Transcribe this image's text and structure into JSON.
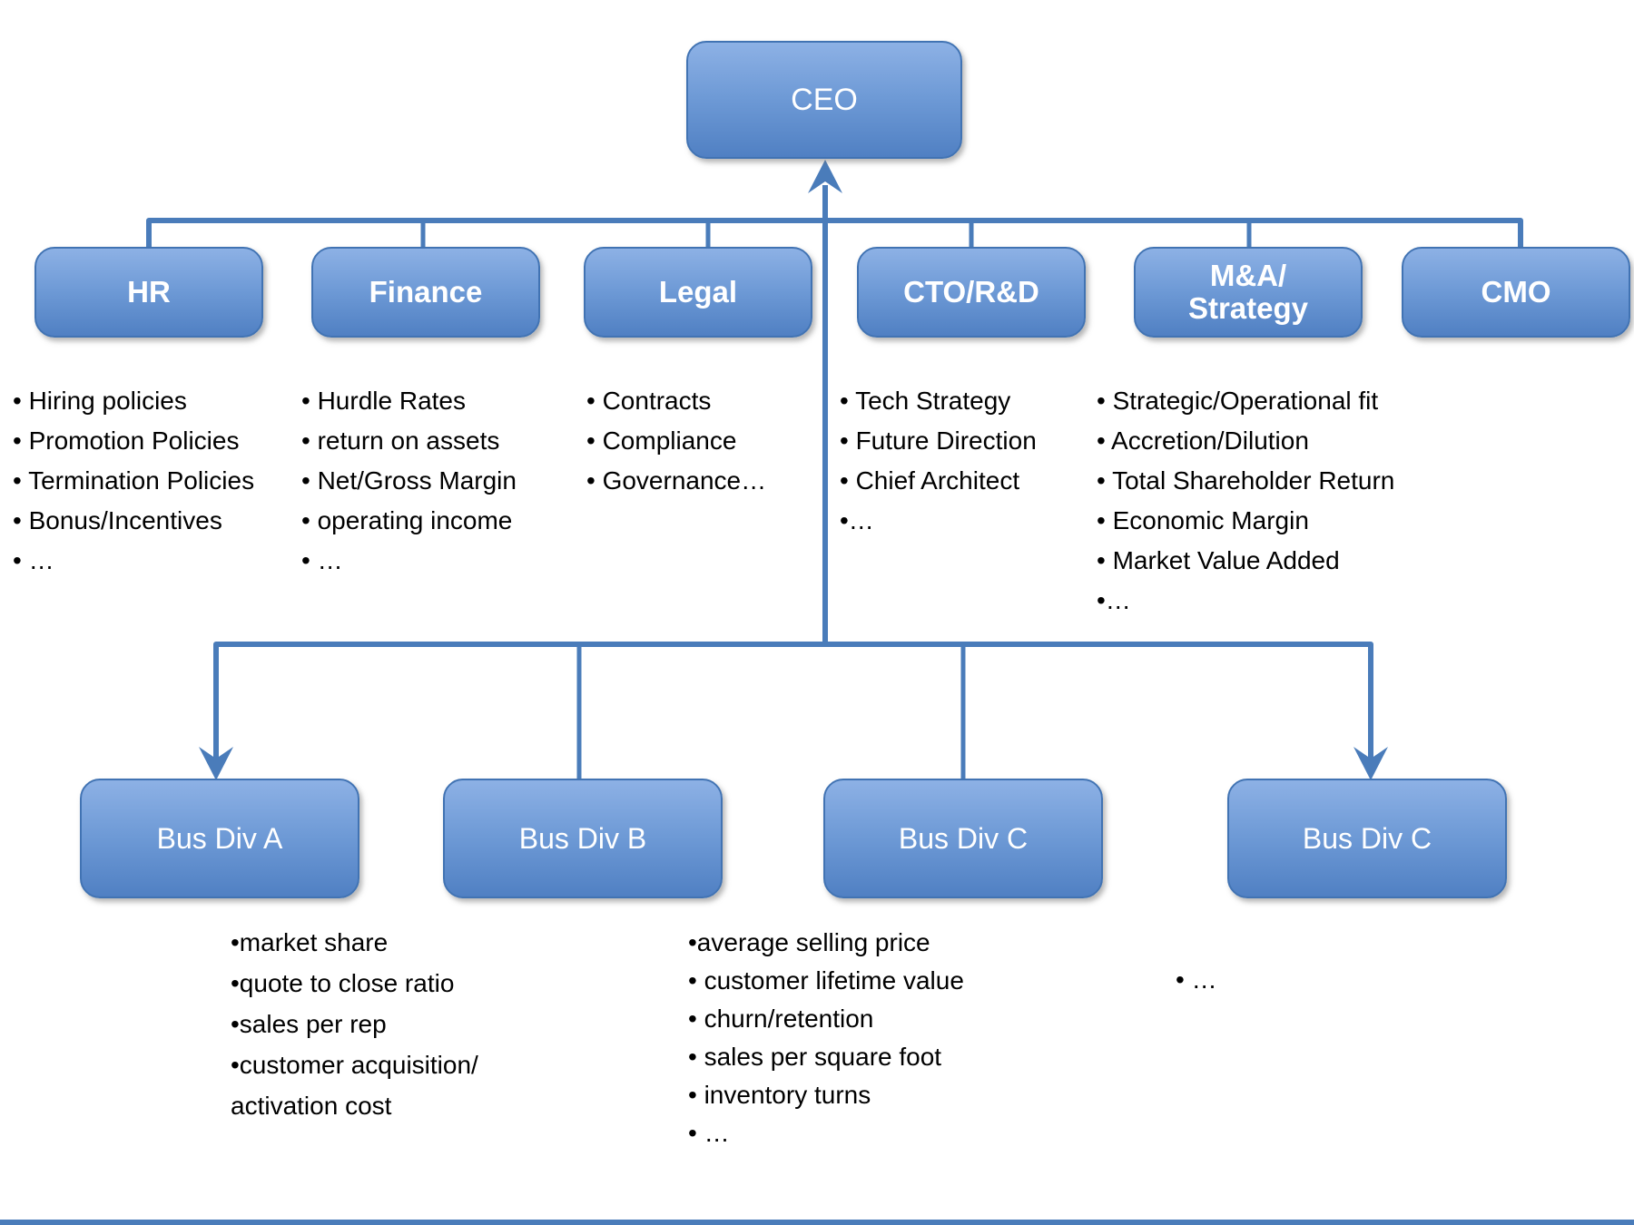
{
  "diagram": {
    "title_node": {
      "label": "CEO"
    },
    "level2": [
      {
        "label": "HR",
        "bullets": [
          "• Hiring policies",
          "• Promotion Policies",
          "• Termination Policies",
          "• Bonus/Incentives",
          "• …"
        ]
      },
      {
        "label": "Finance",
        "bullets": [
          "• Hurdle Rates",
          "• return on assets",
          "• Net/Gross Margin",
          "• operating income",
          "• …"
        ]
      },
      {
        "label": "Legal",
        "bullets": [
          "• Contracts",
          "• Compliance",
          "• Governance…"
        ]
      },
      {
        "label": "CTO/R&D",
        "bullets": [
          "• Tech Strategy",
          "• Future Direction",
          "• Chief Architect",
          "•…"
        ]
      },
      {
        "label_lines": [
          "M&A/",
          "Strategy"
        ],
        "bullets": [
          "• Strategic/Operational fit",
          "• Accretion/Dilution",
          "• Total Shareholder Return",
          "• Economic Margin",
          "• Market Value Added",
          "•…"
        ]
      },
      {
        "label": "CMO",
        "bullets": []
      }
    ],
    "level3": [
      {
        "label": "Bus Div A",
        "bullets": [
          "•market share",
          "•quote to close ratio",
          "•sales per rep",
          "•customer acquisition/",
          "activation cost"
        ]
      },
      {
        "label": "Bus Div B",
        "bullets": [
          "•average selling price",
          "• customer lifetime value",
          "• churn/retention",
          "• sales per square foot",
          "• inventory turns",
          "• …"
        ]
      },
      {
        "label": "Bus Div C",
        "bullets": []
      },
      {
        "label": "Bus Div C",
        "bullets": []
      }
    ],
    "floating_bullet": "• …",
    "colors": {
      "line": "#4a7cba",
      "box_top": "#8db1e5",
      "box_mid": "#6e9ad6",
      "box_bot": "#5080c3",
      "box_border": "#4173b3",
      "box_text": "#ffffff",
      "bullet_text": "#000000"
    }
  }
}
